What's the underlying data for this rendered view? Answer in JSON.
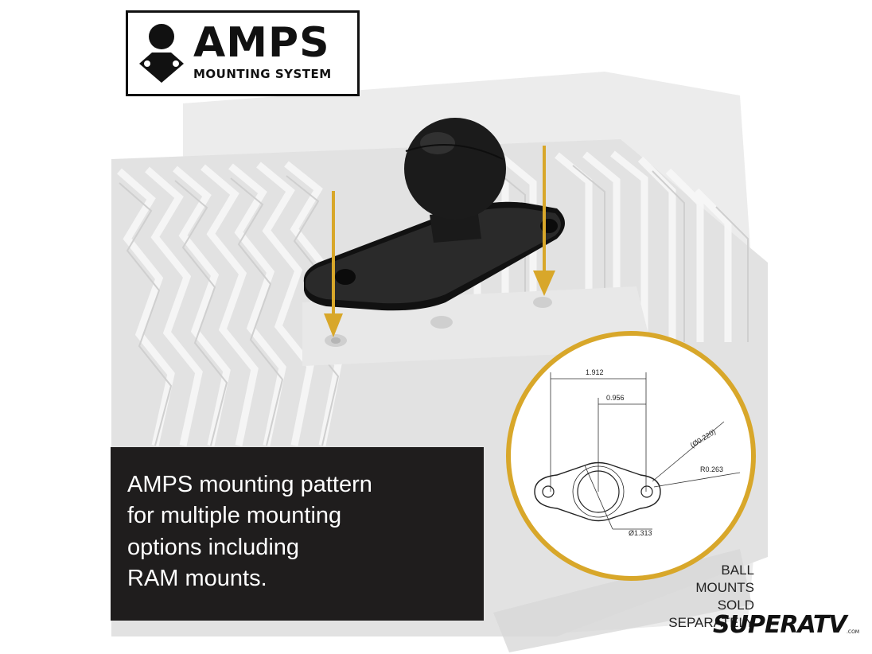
{
  "logo": {
    "title": "AMPS",
    "subtitle": "MOUNTING SYSTEM",
    "icon": "person-mount-icon"
  },
  "caption": {
    "line1": "AMPS mounting pattern",
    "line2": "for multiple mounting",
    "line3": "options including",
    "line4": "RAM mounts."
  },
  "diagram": {
    "dim_width": "1.912",
    "dim_half": "0.956",
    "dim_hole": "(Ø0.220)",
    "dim_radius": "R0.263",
    "dim_center": "Ø1.313"
  },
  "note": {
    "line1": "BALL",
    "line2": "MOUNTS",
    "line3": "SOLD",
    "line4": "SEPARATELY"
  },
  "brand": {
    "name": "SUPERATV",
    "suffix": ".COM"
  },
  "colors": {
    "accent_gold": "#d8a72a",
    "dark_panel": "#1f1d1d",
    "heat_sink": "#e4e4e4"
  }
}
